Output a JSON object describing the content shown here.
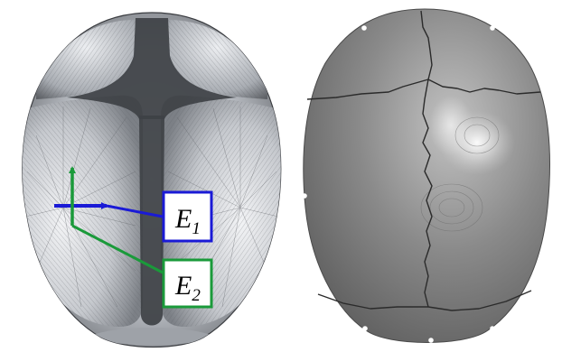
{
  "figure": {
    "left_panel": {
      "kind": "engraving of infant skull, top view",
      "labels": [
        {
          "id": "e1",
          "base": "E",
          "sub": "1",
          "color": "#1a1ad6"
        },
        {
          "id": "e2",
          "base": "E",
          "sub": "2",
          "color": "#1a9a3a"
        }
      ]
    },
    "right_panel": {
      "kind": "rendered skull surface model, top view"
    }
  },
  "colors": {
    "blue_arrow": "#1a1ad6",
    "green_arrow": "#1a9a3a",
    "bone_light": "#e4e6ea",
    "bone_dark": "#2e3033",
    "model_gray": "#8c8c8c"
  }
}
